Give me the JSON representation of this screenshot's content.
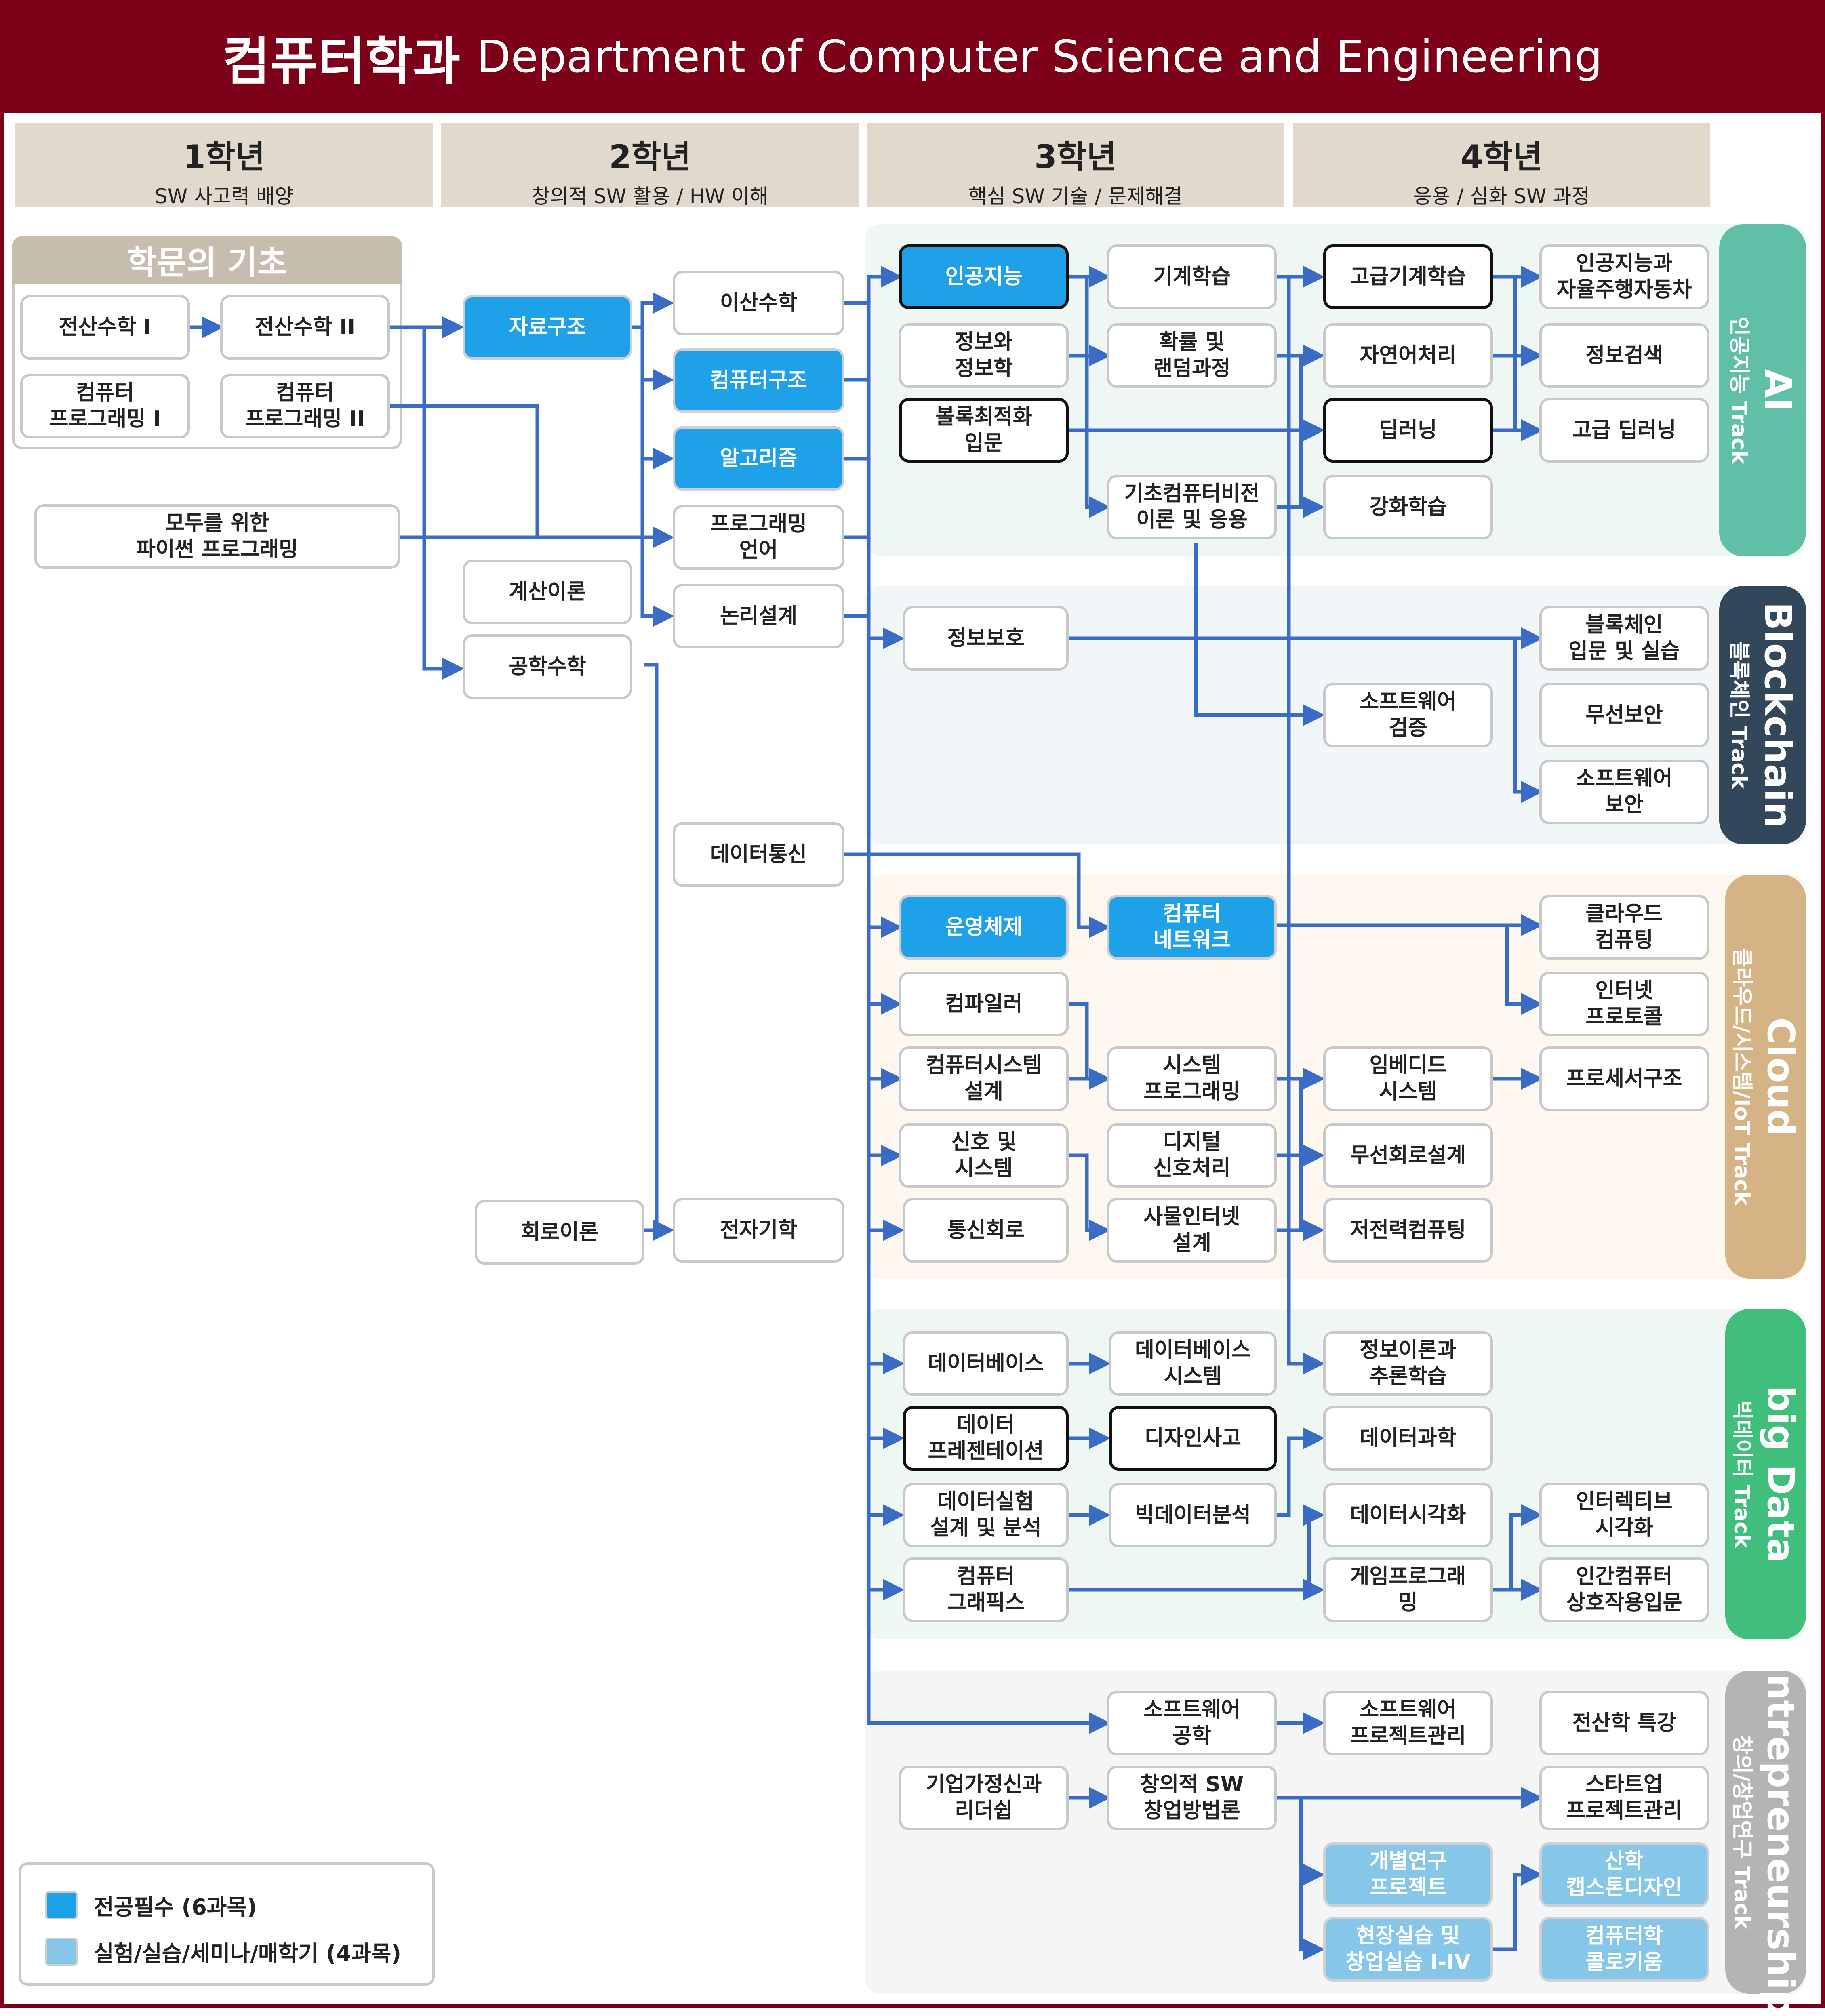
{
  "header": {
    "title_ko": "컴퓨터학과",
    "title_en": "Department of Computer Science and Engineering"
  },
  "years": [
    {
      "year": "1학년",
      "sub": "SW 사고력 배양"
    },
    {
      "year": "2학년",
      "sub": "창의적 SW 활용 / HW 이해"
    },
    {
      "year": "3학년",
      "sub": "핵심 SW 기술 / 문제해결"
    },
    {
      "year": "4학년",
      "sub": "응용 / 심화 SW 과정"
    }
  ],
  "foundation": {
    "title": "학문의 기초"
  },
  "tracks": [
    {
      "name": "AI",
      "sub": "인공지능 Track",
      "color": "#5fbfa7"
    },
    {
      "name": "Blockchain",
      "sub": "블록체인 Track",
      "color": "#33475a"
    },
    {
      "name": "Cloud",
      "sub": "클라우드/시스템/IoT Track",
      "color": "#d6b384"
    },
    {
      "name": "big Data",
      "sub": "빅데이터 Track",
      "color": "#3fbe7c"
    },
    {
      "name": "Entrepreneurship",
      "sub": "창의/창업연구 Track",
      "color": "#b3b5b5"
    }
  ],
  "courses": {
    "dm1": "전산수학 I",
    "dm2": "전산수학 II",
    "cp1": "컴퓨터\n프로그래밍 I",
    "cp2": "컴퓨터\n프로그래밍 II",
    "py": "모두를 위한\n파이썬 프로그래밍",
    "ds": "자료구조",
    "toc": "계산이론",
    "em": "공학수학",
    "ct": "회로이론",
    "dmath": "이산수학",
    "arch": "컴퓨터구조",
    "algo": "알고리즘",
    "pl": "프로그래밍\n언어",
    "logic": "논리설계",
    "dc": "데이터통신",
    "ee": "전자기학",
    "ai": "인공지능",
    "it": "정보와\n정보학",
    "cvx": "볼록최적화\n입문",
    "sec": "정보보호",
    "os": "운영체제",
    "comp": "컴파일러",
    "csd": "컴퓨터시스템\n설계",
    "sig": "신호 및\n시스템",
    "comm": "통신회로",
    "db": "데이터베이스",
    "dpres": "데이터\n프레젠테이션",
    "dexp": "데이터실험\n설계 및 분석",
    "cg": "컴퓨터\n그래픽스",
    "ent": "기업가정신과\n리더쉽",
    "ml": "기계학습",
    "prob": "확률 및\n랜덤과정",
    "cv": "기초컴퓨터비전\n이론 및 응용",
    "net": "컴퓨터\n네트워크",
    "sp": "시스템\n프로그래밍",
    "dsp": "디지털\n신호처리",
    "iot": "사물인터넷\n설계",
    "dbs": "데이터베이스\n시스템",
    "dt": "디자인사고",
    "bda": "빅데이터분석",
    "se": "소프트웨어\n공학",
    "csw": "창의적 SW\n창업방법론",
    "aml": "고급기계학습",
    "nlp": "자연어처리",
    "dl": "딥러닝",
    "rl": "강화학습",
    "verif": "소프트웨어\n검증",
    "emb": "임베디드\n시스템",
    "wcd": "무선회로설계",
    "lp": "저전력컴퓨팅",
    "itinf": "정보이론과\n추론학습",
    "dsci": "데이터과학",
    "dvis": "데이터시각화",
    "gp": "게임프로그래\n밍",
    "spm": "소프트웨어\n프로젝트관리",
    "indiv": "개별연구\n프로젝트",
    "field": "현장실습 및\n창업실습 I-IV",
    "aiad": "인공지능과\n자율주행자동차",
    "ir": "정보검색",
    "adl": "고급 딥러닝",
    "bc": "블록체인\n입문 및 실습",
    "ws": "무선보안",
    "ss": "소프트웨어\n보안",
    "cc": "클라우드\n컴퓨팅",
    "inet": "인터넷\n프로토콜",
    "proc": "프로세서구조",
    "ivis": "인터렉티브\n시각화",
    "hci": "인간컴퓨터\n상호작용입문",
    "spec": "전산학 특강",
    "stp": "스타트업\n프로젝트관리",
    "cap": "산학\n캡스톤디자인",
    "coll": "컴퓨터학\n콜로키움"
  },
  "legend": [
    {
      "label": "전공필수 (6과목)",
      "color": "#1ea1e8"
    },
    {
      "label": "실험/실습/세미나/매학기 (4과목)",
      "color": "#86c6e8"
    }
  ]
}
